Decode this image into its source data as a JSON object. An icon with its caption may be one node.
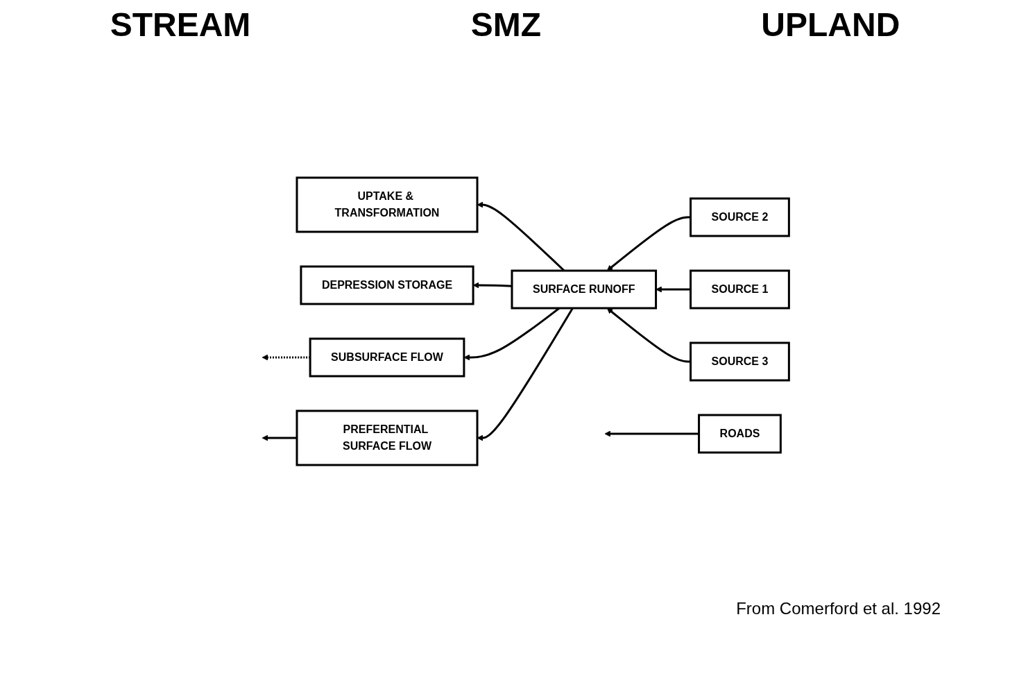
{
  "diagram": {
    "caption": "From Comerford et al. 1992",
    "nodes": [
      {
        "text": [
          "UPTAKE & TRANSFORMATION"
        ]
      },
      {
        "text": [
          "DEPRESSION STORAGE"
        ]
      },
      {
        "text": [
          "SUBSURFACE FLOW"
        ]
      },
      {
        "text": [
          "PREFERENTIAL SURFACE FLOW"
        ]
      },
      {
        "text": [
          "SURFACE RUNOFF"
        ]
      },
      {
        "text": [
          "SOURCE 2"
        ]
      },
      {
        "text": [
          "SOURCE 1"
        ]
      },
      {
        "text": [
          "SOURCE 3"
        ]
      },
      {
        "text": [
          "ROADS"
        ]
      }
    ],
    "edges": [
      {
        "from": 5,
        "to": 4,
        "arrow": "to"
      },
      {
        "from": 6,
        "to": 4,
        "arrow": "to"
      },
      {
        "from": 7,
        "to": 4,
        "arrow": "to"
      },
      {
        "from": 4,
        "to": 0,
        "arrow": "to"
      },
      {
        "from": 4,
        "to": 1,
        "arrow": "to"
      },
      {
        "from": 4,
        "to": 2,
        "arrow": "to"
      },
      {
        "from": 4,
        "to": 3,
        "arrow": "to"
      },
      {
        "from": 2,
        "to": null,
        "arrow": "to",
        "style": "dashed"
      },
      {
        "from": 3,
        "to": null,
        "arrow": "to"
      },
      {
        "from": 8,
        "to": null,
        "arrow": "to"
      }
    ],
    "labels": [
      "STREAM",
      "SMZ",
      "UPLAND"
    ]
  }
}
